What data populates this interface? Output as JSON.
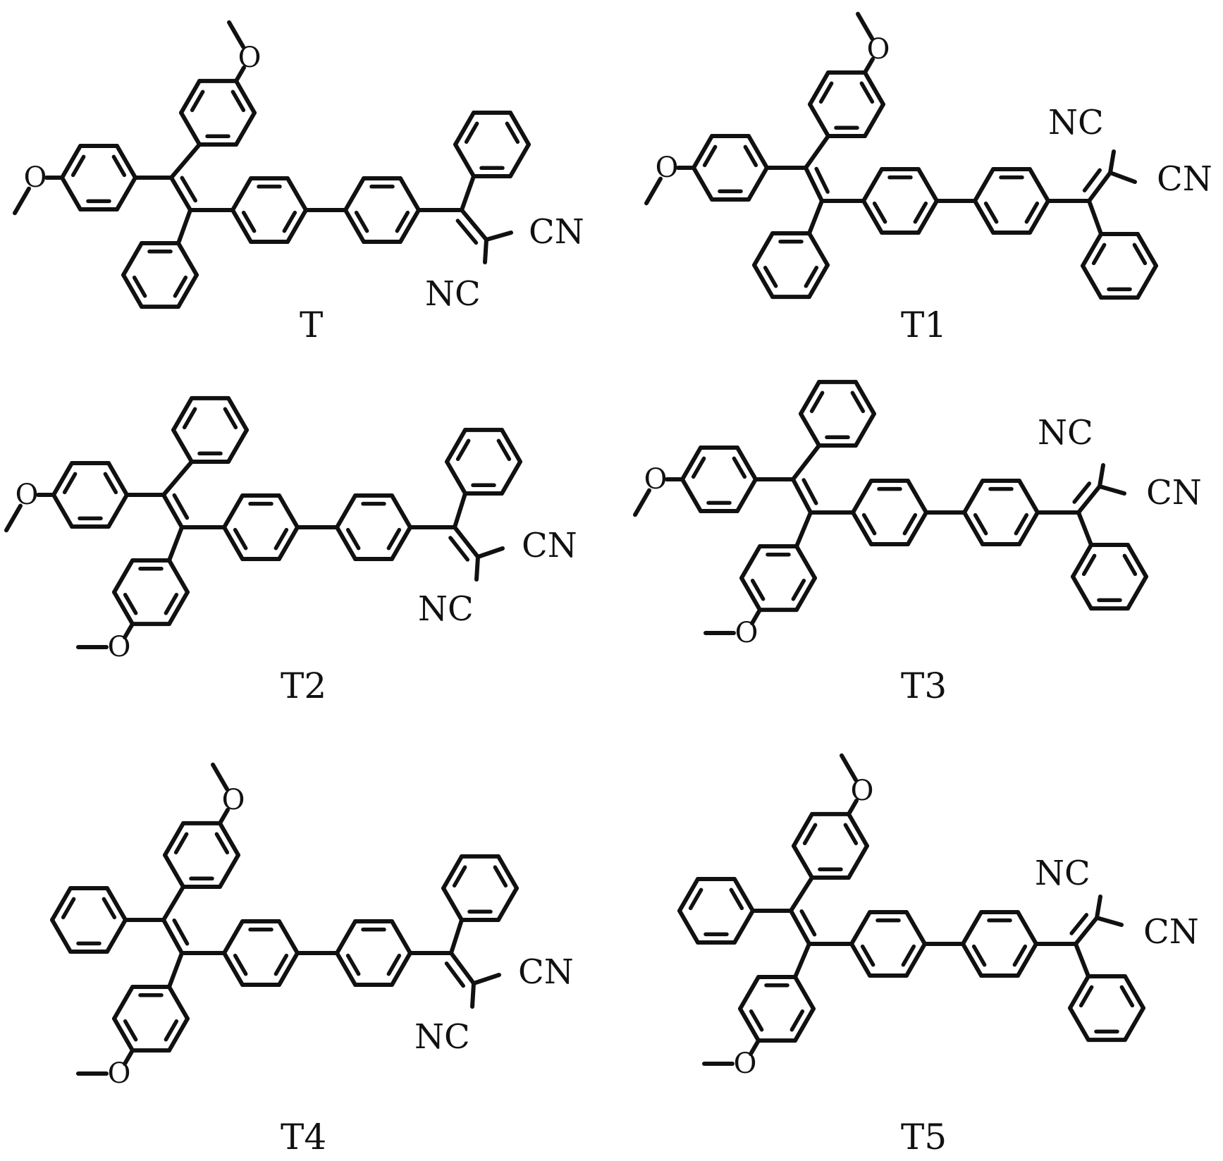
{
  "colors": {
    "background": "#ffffff",
    "ink": "#111111"
  },
  "molecules": [
    {
      "name": "T",
      "cn_label": "CN",
      "nc_label": "NC",
      "o_label": "O"
    },
    {
      "name": "T1",
      "cn_label": "CN",
      "nc_label": "NC",
      "o_label": "O"
    },
    {
      "name": "T2",
      "cn_label": "CN",
      "nc_label": "NC",
      "o_label": "O"
    },
    {
      "name": "T3",
      "cn_label": "CN",
      "nc_label": "NC",
      "o_label": "O"
    },
    {
      "name": "T4",
      "cn_label": "CN",
      "nc_label": "NC",
      "o_label": "O"
    },
    {
      "name": "T5",
      "cn_label": "CN",
      "nc_label": "NC",
      "o_label": "O"
    }
  ]
}
